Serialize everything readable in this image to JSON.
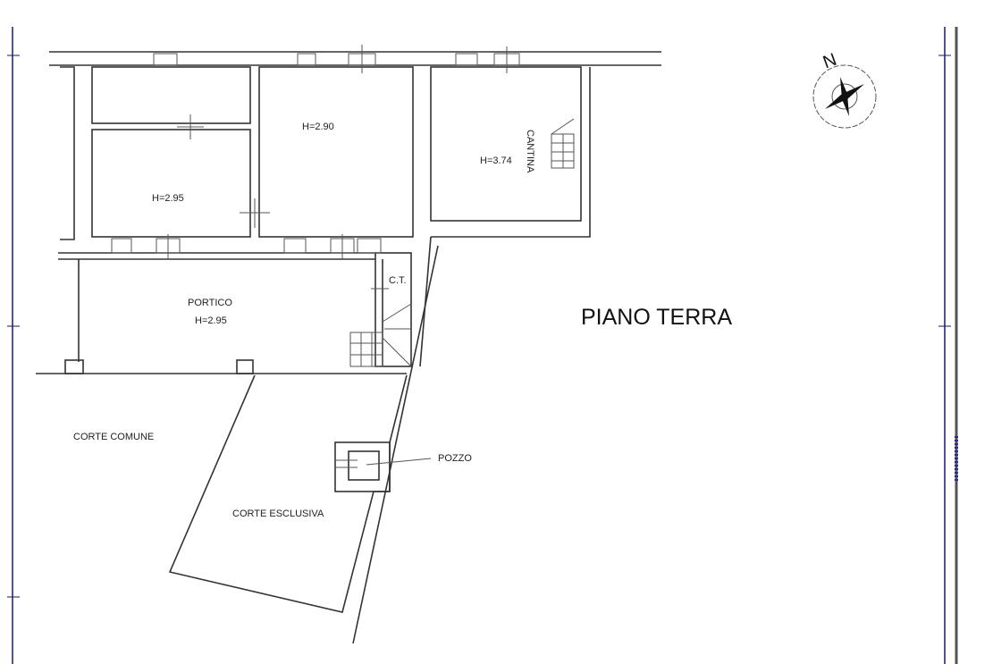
{
  "title": "PIANO TERRA",
  "compass": {
    "north_label": "N"
  },
  "rooms": {
    "room_left": {
      "height": "H=2.95"
    },
    "room_center": {
      "height": "H=2.90"
    },
    "cantina": {
      "name": "CANTINA",
      "height": "H=3.74"
    },
    "ct": {
      "name": "C.T."
    },
    "portico": {
      "name": "PORTICO",
      "height": "H=2.95"
    }
  },
  "areas": {
    "corte_comune": "CORTE COMUNE",
    "corte_esclusiva": "CORTE ESCLUSIVA",
    "pozzo": "POZZO"
  },
  "colors": {
    "frame_blue": "#1a1a66",
    "frame_gray": "#555555"
  }
}
